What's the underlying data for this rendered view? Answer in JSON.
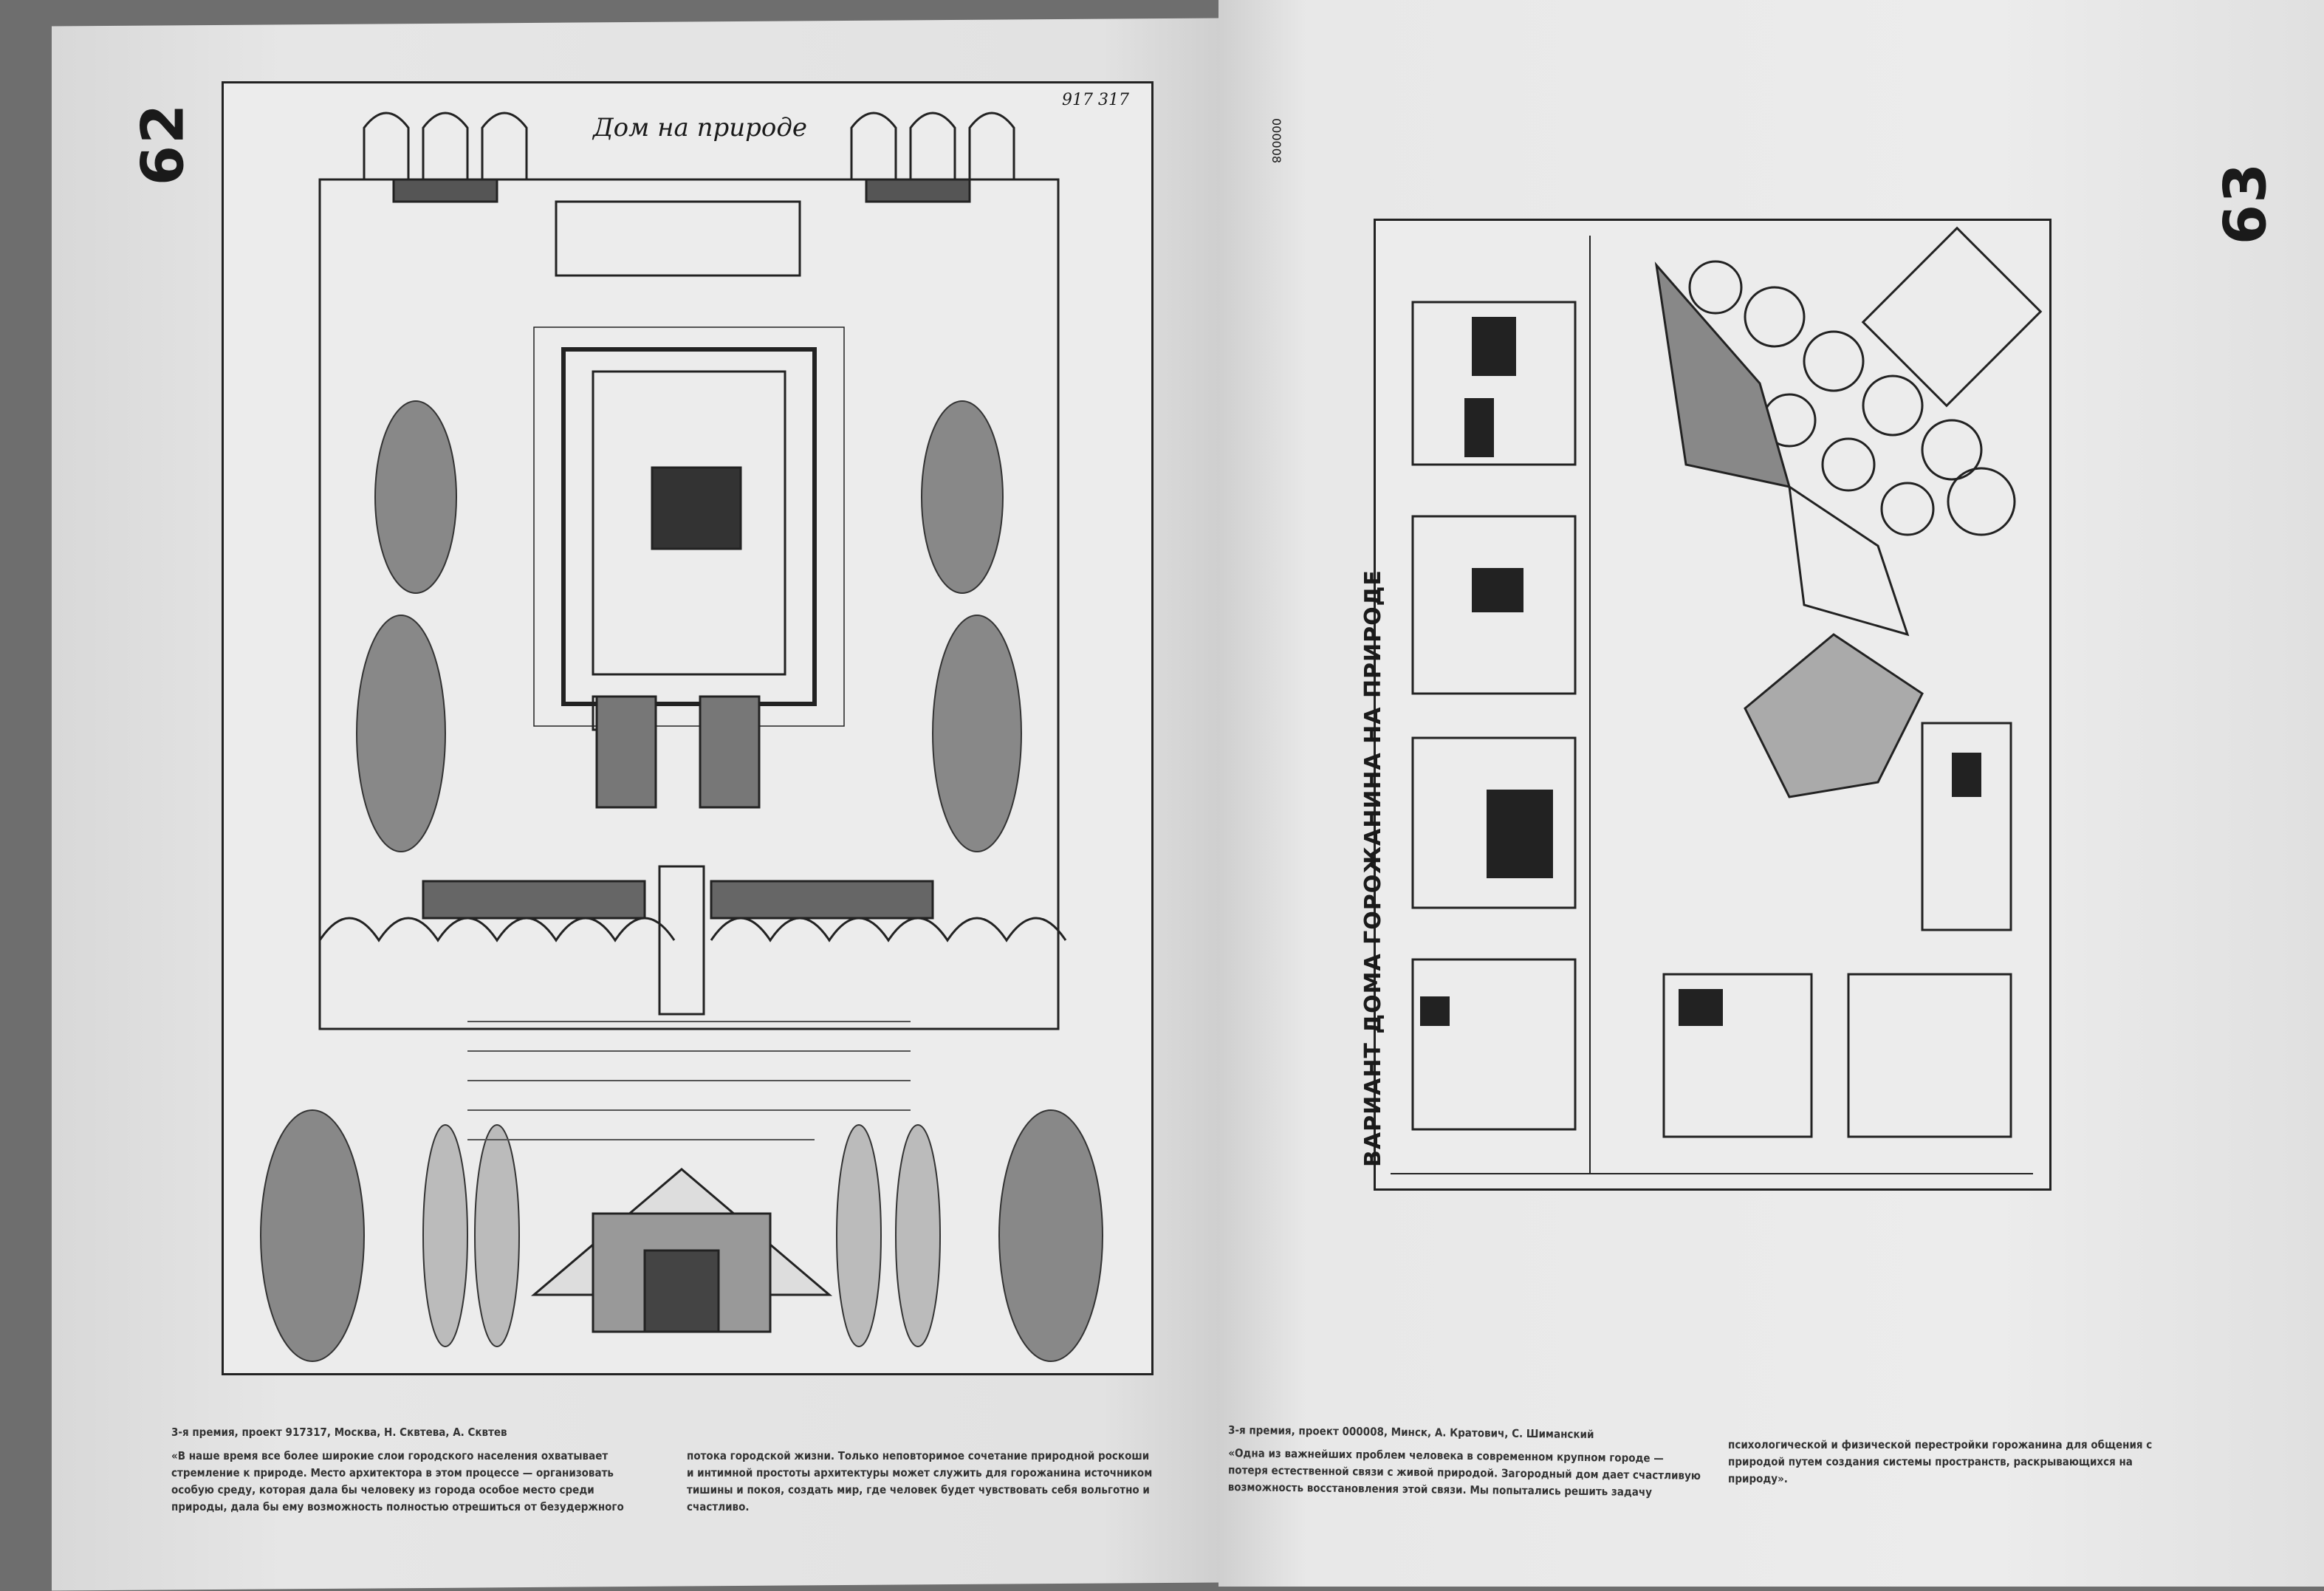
{
  "left_page": {
    "page_number": "62",
    "drawing_title": "Дом на природе",
    "project_code": "917 317",
    "caption_heading": "3-я премия, проект 917317, Москва, Н. Сквтева, А. Сквтев",
    "caption_col1": "«В наше время все более широкие слои городского населения охватывает стремление к природе. Место архитектора в этом процессе — организовать особую среду, которая дала бы человеку из города особое место среди природы, дала бы ему возможность полностью отрешиться от безудержного",
    "caption_col2": "потока городской жизни. Только неповторимое сочетание природной роскоши и интимной простоты архитектуры может служить для горожанина источником тишины и покоя, создать мир, где человек будет чувствовать себя вольготно и счастливо."
  },
  "right_page": {
    "page_number": "63",
    "project_code": "000008",
    "drawing_title": "ВАРИАНТ ДОМА ГОРОЖАНИНА НА ПРИРОДЕ",
    "caption_heading": "3-я премия, проект 000008, Минск, А. Кратович, С. Шиманский",
    "caption_col1": "«Одна из важнейших проблем человека в современном крупном городе — потеря естественной связи с живой природой. Загородный дом дает счастливую возможность восстановления этой связи. Мы попытались решить задачу",
    "caption_col2": "психологической и физической перестройки горожанина для общения с природой путем создания системы пространств, раскрывающихся на природу»."
  }
}
